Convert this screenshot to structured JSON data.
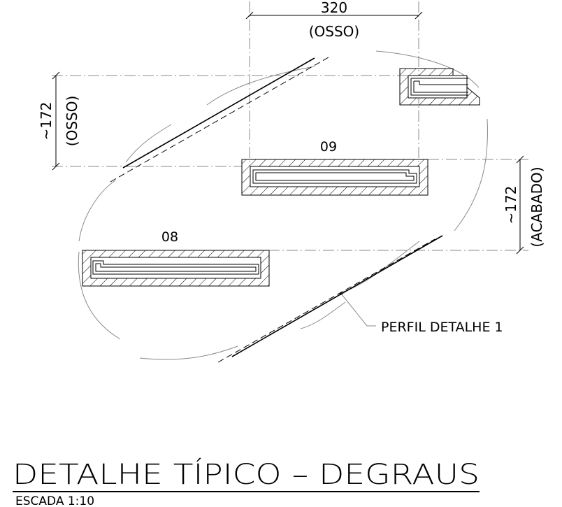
{
  "dimensions": {
    "top_value": "320",
    "top_note": "(OSSO)",
    "left_value": "~172",
    "left_note": "(OSSO)",
    "right_value": "~172",
    "right_note": "(ACABADO)"
  },
  "steps": [
    {
      "label": "09"
    },
    {
      "label": "08"
    }
  ],
  "callout": {
    "text": "PERFIL DETALHE 1"
  },
  "title": {
    "main": "DETALHE TÍPICO – DEGRAUS",
    "scale": "ESCADA 1:10"
  }
}
